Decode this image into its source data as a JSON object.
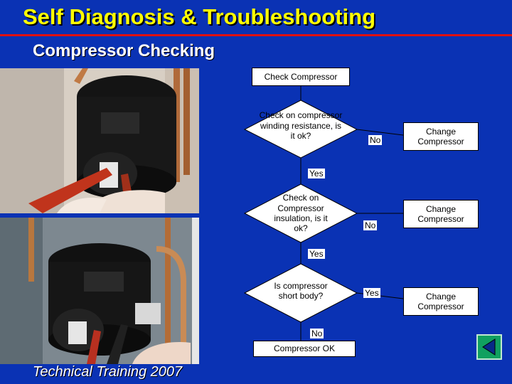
{
  "slide": {
    "title": "Self Diagnosis & Troubleshooting",
    "subtitle": "Compressor Checking",
    "footer": "Technical Training 2007"
  },
  "flowchart": {
    "start": "Check Compressor",
    "decision_1": "Check on compressor winding resistance, is it ok?",
    "decision_1_no": "No",
    "decision_1_yes": "Yes",
    "action_1": "Change Compressor",
    "decision_2": "Check on Compressor insulation, is it ok?",
    "decision_2_no": "No",
    "decision_2_yes": "Yes",
    "action_2": "Change Compressor",
    "decision_3": "Is compressor short body?",
    "decision_3_yes": "Yes",
    "decision_3_no": "No",
    "action_3": "Change Compressor",
    "end": "Compressor OK"
  },
  "colors": {
    "background": "#0a32b4",
    "title": "#ffff00",
    "rule": "#e01010",
    "nav_button": "#10a060"
  },
  "icons": {
    "nav": "back-arrow-icon"
  }
}
